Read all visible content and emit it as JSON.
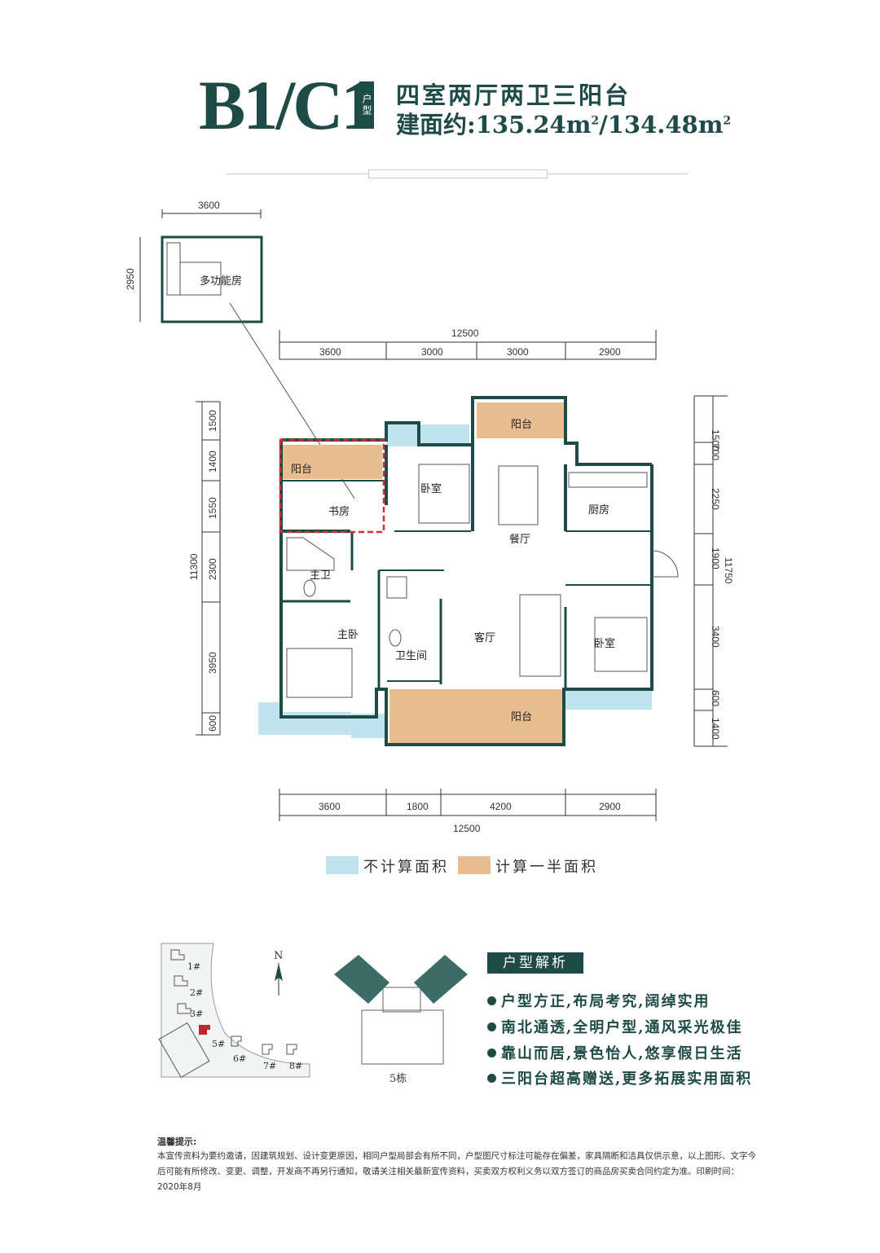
{
  "header": {
    "code": "B1/C1",
    "tag": "户型",
    "subtitle": "四室两厅两卫三阳台",
    "area_prefix": "建面约:135.24m",
    "area_mid": "/134.48m",
    "area_sup": "2"
  },
  "plan": {
    "rooms": {
      "multi": "多功能房",
      "balcony_study": "阳台",
      "study": "书房",
      "bedroom_n": "卧室",
      "balcony_n": "阳台",
      "dining": "餐厅",
      "kitchen": "厨房",
      "master_bath": "主卫",
      "master_bed": "主卧",
      "bath": "卫生间",
      "living": "客厅",
      "bedroom_s": "卧室",
      "balcony_s": "阳台"
    },
    "dims": {
      "multi_w": "3600",
      "multi_h": "2950",
      "top_total": "12500",
      "top": [
        "3600",
        "3000",
        "3000",
        "2900"
      ],
      "bottom": [
        "3600",
        "1800",
        "4200",
        "2900"
      ],
      "bottom_total": "12500",
      "left": [
        "1500",
        "1400",
        "1550",
        "2300",
        "3950",
        "600"
      ],
      "left_total": "11300",
      "right": [
        "1500",
        "700",
        "2250",
        "1900",
        "3400",
        "600",
        "1400"
      ],
      "right_total": "11750"
    },
    "colors": {
      "wall": "#1e4b47",
      "half_area": "#e8bd90",
      "no_area": "#bfe3ef"
    }
  },
  "legend": {
    "no_area": "不计算面积",
    "half_area": "计算一半面积"
  },
  "siteplan": {
    "north": "N",
    "buildings": [
      "1#",
      "2#",
      "3#",
      "5#",
      "6#",
      "7#",
      "8#"
    ],
    "building_label": "5栋"
  },
  "analysis": {
    "title": "户型解析",
    "items": [
      "户型方正,布局考究,阔绰实用",
      "南北通透,全明户型,通风采光极佳",
      "靠山而居,景色怡人,悠享假日生活",
      "三阳台超高赠送,更多拓展实用面积"
    ]
  },
  "notice": {
    "title": "温馨提示:",
    "text": "本宣传资料为要约邀请，因建筑规划、设计变更原因，相同户型局部会有所不同，户型图尺寸标注可能存在偏差，家具隔断和洁具仅供示意，以上图形、文字今后可能有所修改、变更、调整，开发商不再另行通知，敬请关注相关最新宣传资料，买卖双方权利义务以双方签订的商品房买卖合同约定为准。印刷时间：2020年8月"
  }
}
